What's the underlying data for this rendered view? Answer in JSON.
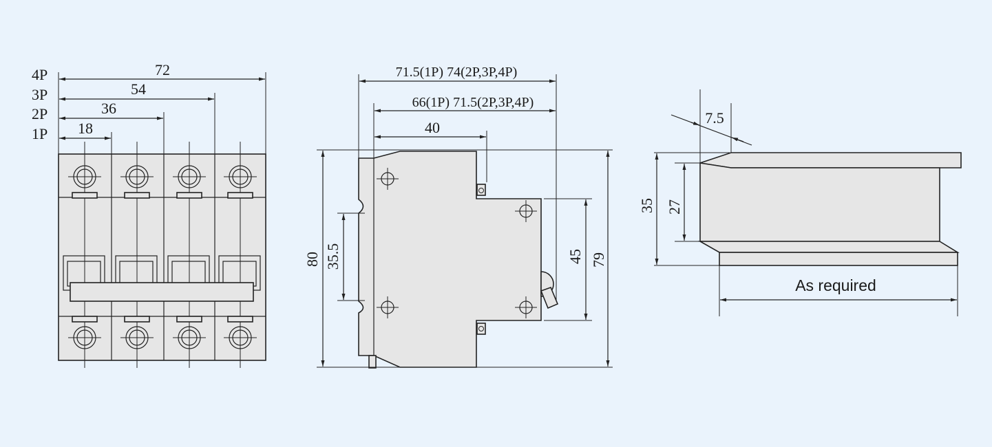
{
  "colors": {
    "background": "#eaf3fc",
    "body_fill": "#e6e6e6",
    "line": "#222222"
  },
  "front_view": {
    "pole_labels": [
      "4P",
      "3P",
      "2P",
      "1P"
    ],
    "widths": [
      "72",
      "54",
      "36",
      "18"
    ]
  },
  "side_view": {
    "depth_top": "71.5(1P)  74(2P,3P,4P)",
    "depth_second": "66(1P)  71.5(2P,3P,4P)",
    "depth_third": "40",
    "height_total": "80",
    "mount_spacing": "35.5",
    "face_height": "45",
    "body_height": "79"
  },
  "rail_view": {
    "flange": "7.5",
    "rail_height": "35",
    "rail_inner": "27",
    "length": "As required"
  }
}
